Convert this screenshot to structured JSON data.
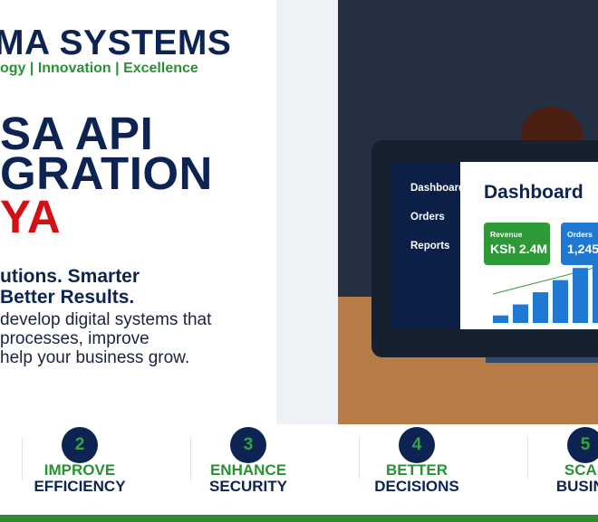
{
  "brand": {
    "name": "MA SYSTEMS",
    "tagline": "ogy | Innovation | Excellence"
  },
  "headline": {
    "line1": "SA API",
    "line2": "GRATION",
    "line3": "YA"
  },
  "subheadline": {
    "line1": "utions. Smarter",
    "line2": "Better Results."
  },
  "paragraph": {
    "line1": "develop digital systems that",
    "line2": "processes, improve",
    "line3": "help your business grow."
  },
  "screen": {
    "sidebar": [
      "Dashboard",
      "Orders",
      "Reports"
    ],
    "title": "Dashboard",
    "revenue_label": "Revenue",
    "revenue_value": "KSh 2.4M",
    "orders_label": "Orders",
    "orders_value": "1,245",
    "bar_values": [
      0.13,
      0.32,
      0.53,
      0.74,
      0.95,
      1.0
    ],
    "colors": {
      "revenue": "#2d9a37",
      "orders": "#1f78d1",
      "bars": "#1f78d1",
      "trend": "#2d9a37"
    }
  },
  "benefits": [
    {
      "number": "2",
      "line1": "IMPROVE",
      "line2": "EFFICIENCY"
    },
    {
      "number": "3",
      "line1": "ENHANCE",
      "line2": "SECURITY"
    },
    {
      "number": "4",
      "line1": "BETTER",
      "line2": "DECISIONS"
    },
    {
      "number": "5",
      "line1": "SCAL",
      "line2": "BUSINE"
    }
  ],
  "colors": {
    "navy": "#0d2452",
    "green": "#2a9133",
    "red": "#d31016"
  }
}
